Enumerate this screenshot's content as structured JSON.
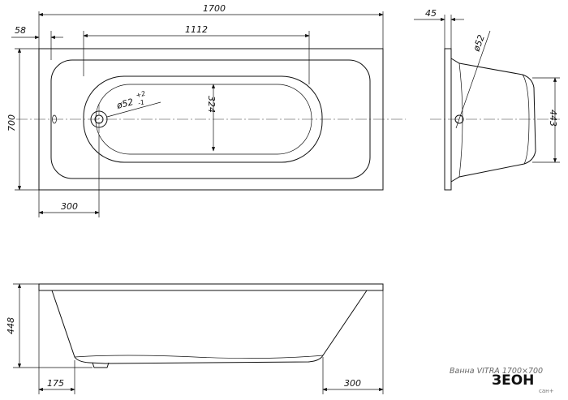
{
  "dimensions": {
    "total_length": "1700",
    "rim_offset": "58",
    "inner_length": "1112",
    "drain_diameter": "ø52",
    "drain_tolerance_upper": "+2",
    "drain_tolerance_lower": "-1",
    "inner_width": "324",
    "total_width": "700",
    "drain_offset": "300",
    "side_rim": "45",
    "side_drain_diameter": "ø52",
    "side_height": "443",
    "front_height": "448",
    "front_left_offset": "175",
    "front_right_offset": "300"
  },
  "caption": "Ванна VITRA 1700×700",
  "logo": {
    "main": "ЗЕОН",
    "sub": "сан+"
  }
}
